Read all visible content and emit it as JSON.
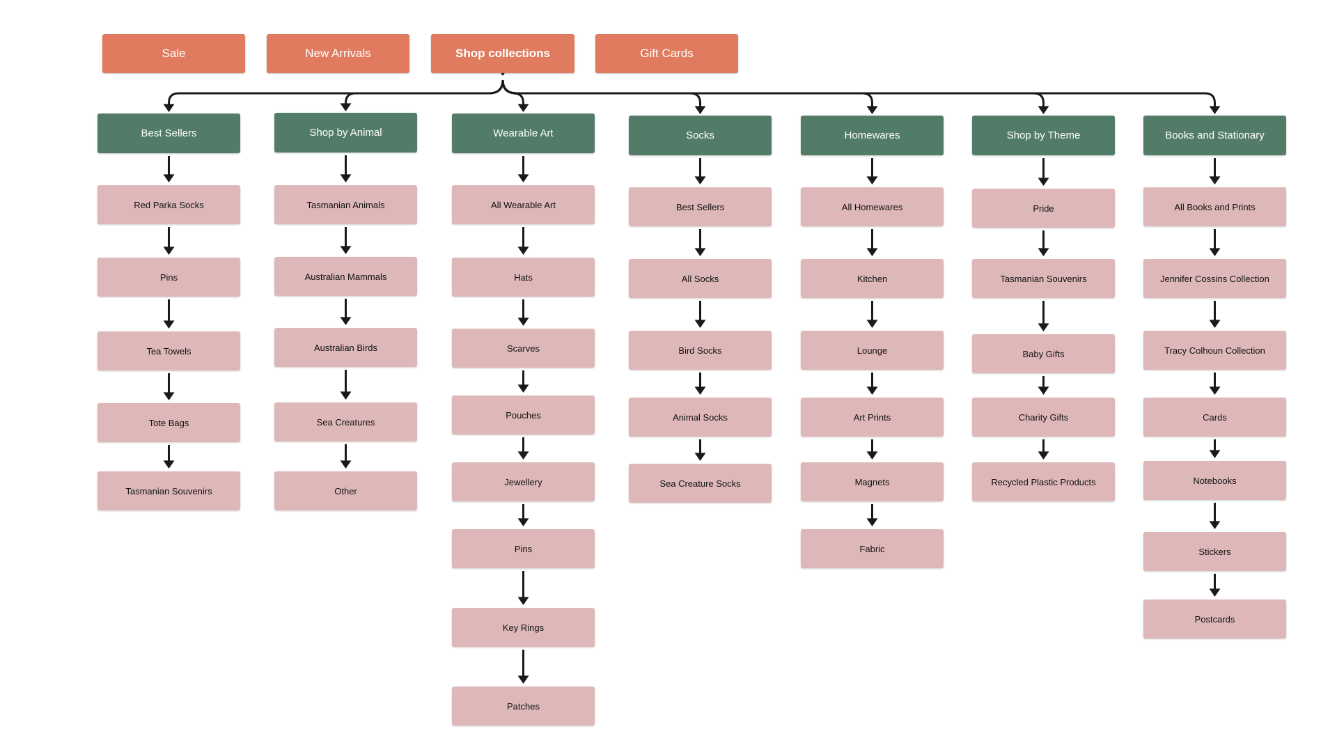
{
  "top_nav": [
    {
      "label": "Sale",
      "bold": false
    },
    {
      "label": "New Arrivals",
      "bold": false
    },
    {
      "label": "Shop collections",
      "bold": true
    },
    {
      "label": "Gift Cards",
      "bold": false
    }
  ],
  "columns": [
    {
      "header": "Best Sellers",
      "items": [
        "Red Parka Socks",
        "Pins",
        "Tea Towels",
        "Tote Bags",
        "Tasmanian Souvenirs"
      ]
    },
    {
      "header": "Shop by Animal",
      "items": [
        "Tasmanian Animals",
        "Australian Mammals",
        "Australian Birds",
        "Sea Creatures",
        "Other"
      ]
    },
    {
      "header": "Wearable Art",
      "items": [
        "All Wearable Art",
        "Hats",
        "Scarves",
        "Pouches",
        "Jewellery",
        "Pins",
        "Key Rings",
        "Patches"
      ]
    },
    {
      "header": "Socks",
      "items": [
        "Best Sellers",
        "All Socks",
        "Bird Socks",
        "Animal Socks",
        "Sea Creature Socks"
      ]
    },
    {
      "header": "Homewares",
      "items": [
        "All Homewares",
        "Kitchen",
        "Lounge",
        "Art Prints",
        "Magnets",
        "Fabric"
      ]
    },
    {
      "header": "Shop by Theme",
      "items": [
        "Pride",
        "Tasmanian Souvenirs",
        "Baby Gifts",
        "Charity Gifts",
        "Recycled Plastic Products"
      ]
    },
    {
      "header": "Books and Stationary",
      "items": [
        "All Books and Prints",
        "Jennifer Cossins Collection",
        "Tracy Colhoun Collection",
        "Cards",
        "Notebooks",
        "Stickers",
        "Postcards"
      ]
    }
  ],
  "colors": {
    "top_nav": "#e17b5f",
    "header": "#527c67",
    "item": "#deb8b9",
    "connector": "#1a1a1a"
  }
}
